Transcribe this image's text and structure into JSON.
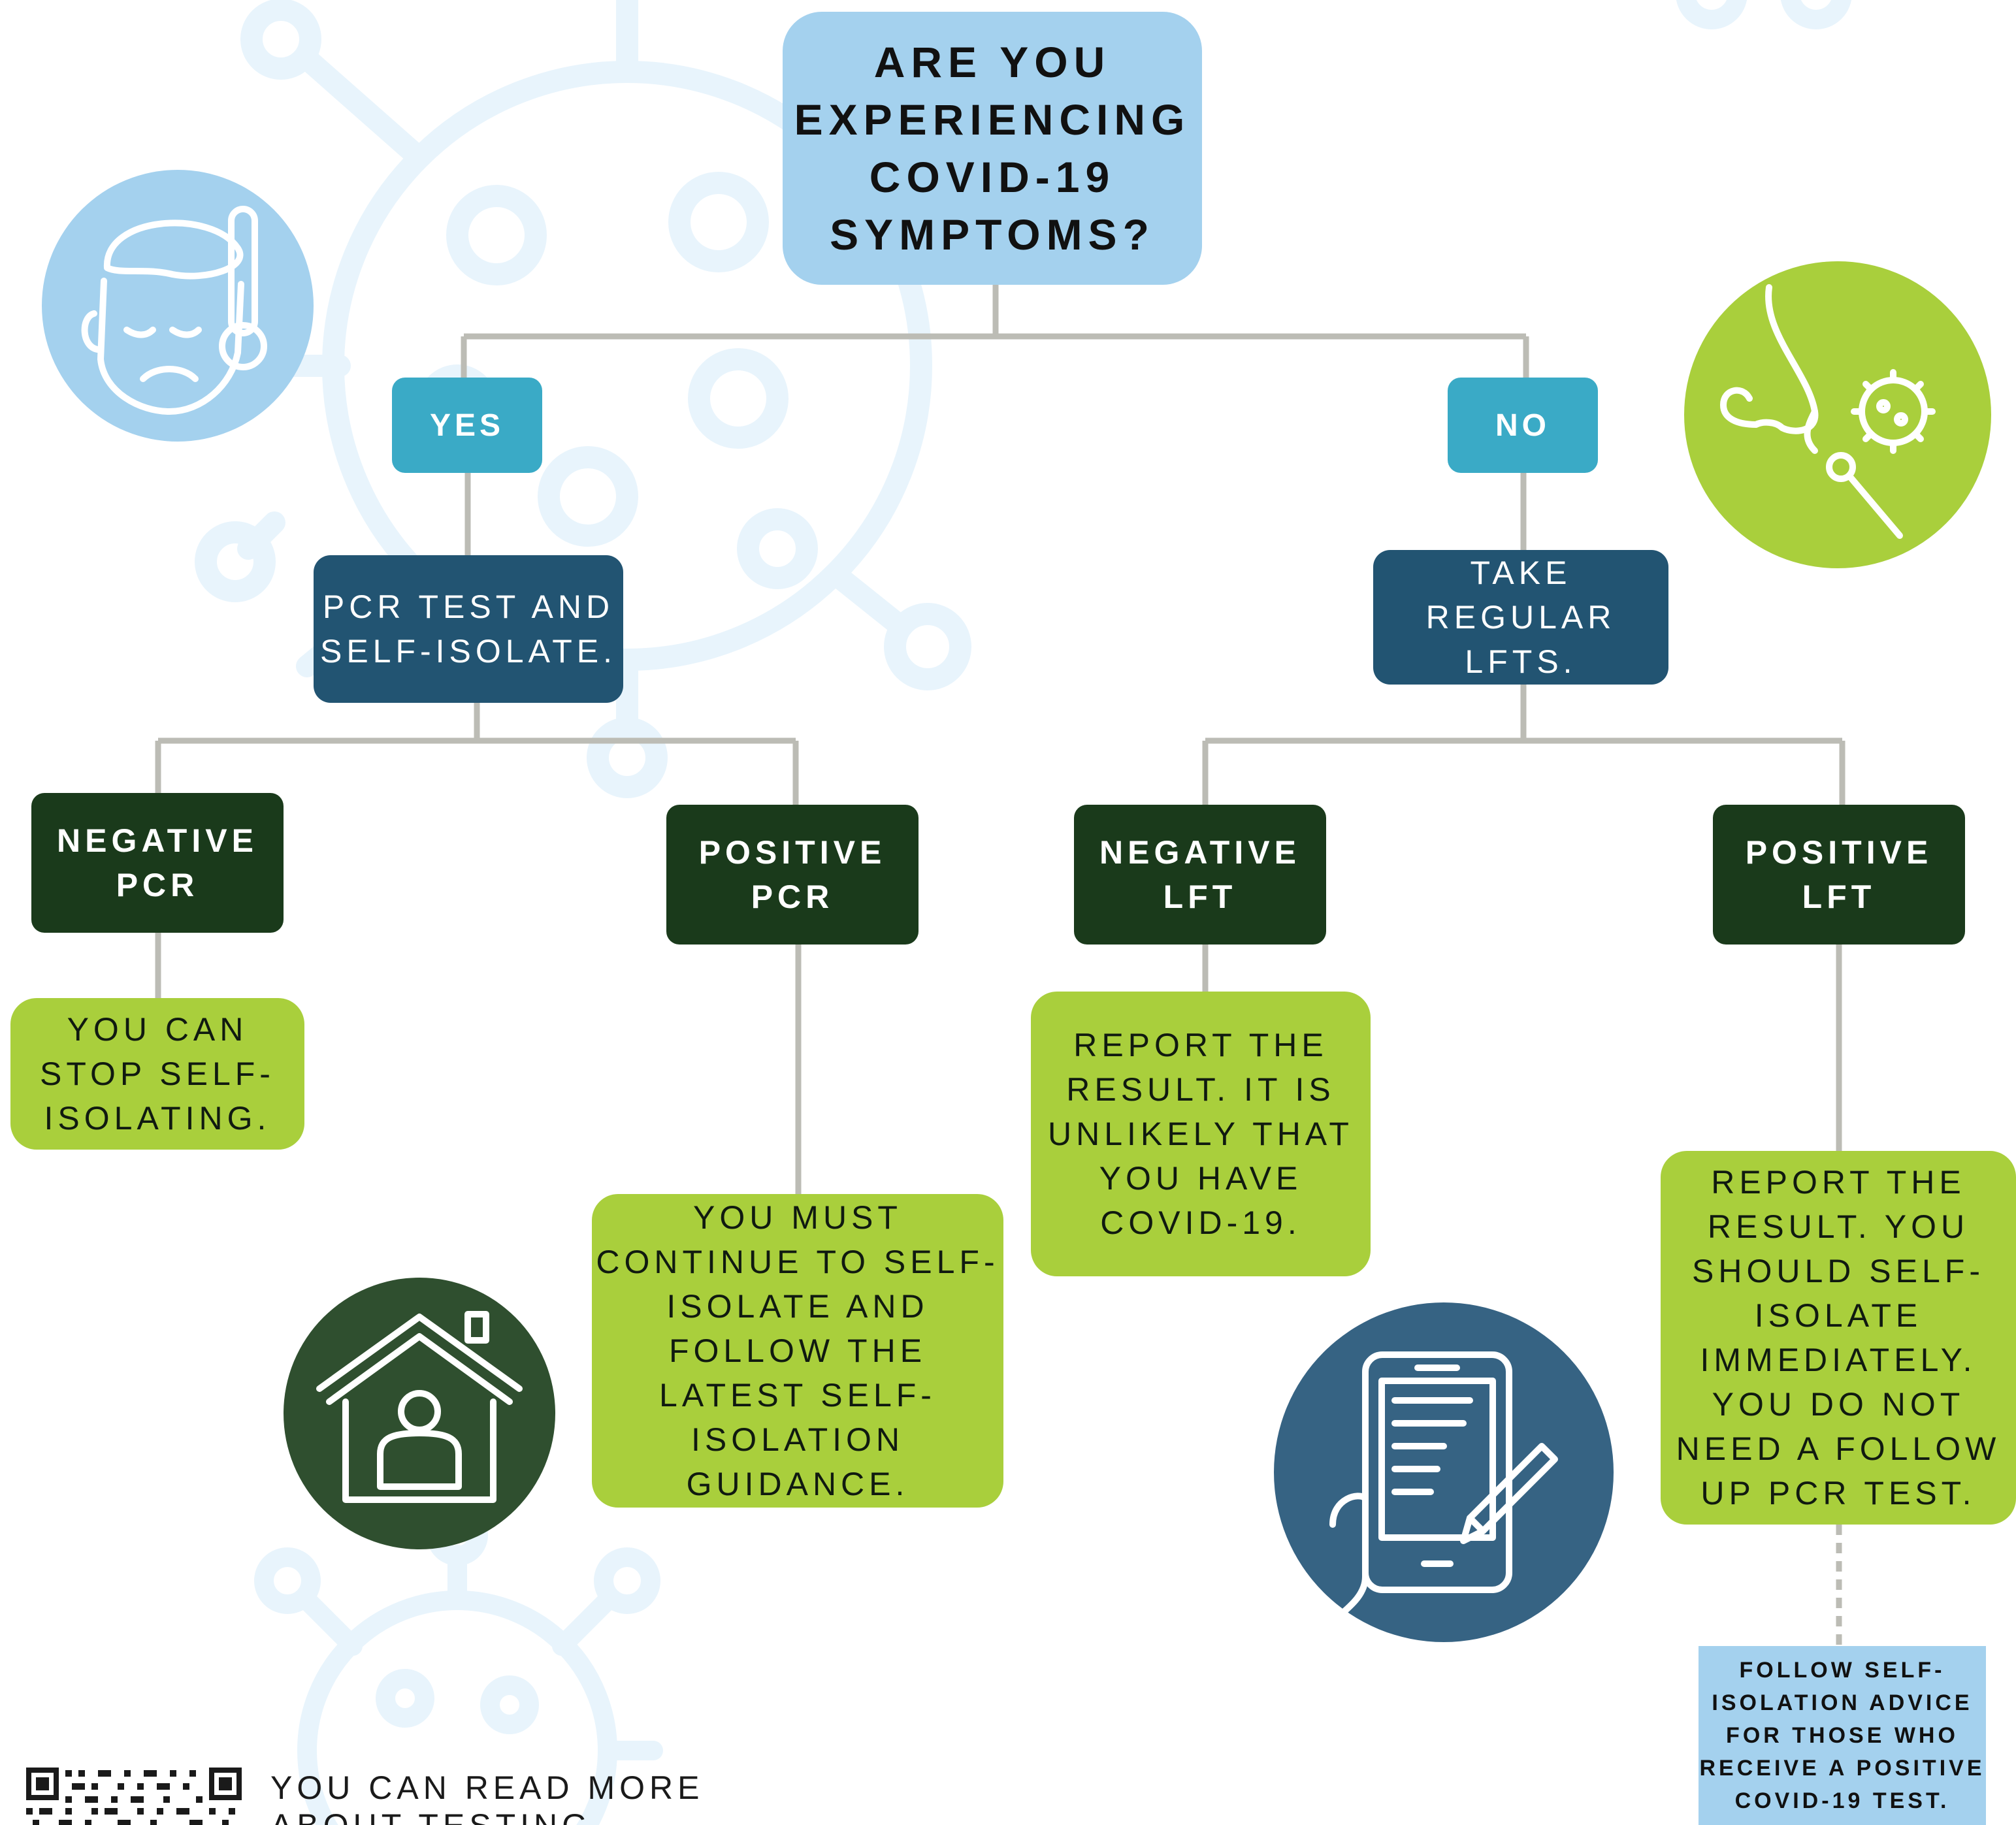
{
  "flowchart": {
    "question": "ARE YOU\nEXPERIENCING\nCOVID-19\nSYMPTOMS?",
    "yes": "YES",
    "no": "NO",
    "yes_action": "PCR TEST AND\nSELF-ISOLATE.",
    "no_action": "TAKE REGULAR\nLFTS.",
    "negative_pcr": "NEGATIVE\nPCR",
    "positive_pcr": "POSITIVE\nPCR",
    "negative_lft": "NEGATIVE\nLFT",
    "positive_lft": "POSITIVE\nLFT",
    "negative_pcr_advice": "YOU CAN\nSTOP SELF-\nISOLATING.",
    "positive_pcr_advice": "YOU MUST\nCONTINUE TO SELF-\nISOLATE AND\nFOLLOW THE\nLATEST SELF-\nISOLATION\nGUIDANCE.",
    "negative_lft_advice": "REPORT THE\nRESULT. IT IS\nUNLIKELY THAT\nYOU HAVE\nCOVID-19.",
    "positive_lft_advice": "REPORT THE\nRESULT. YOU\nSHOULD SELF-\nISOLATE\nIMMEDIATELY.\nYOU DO NOT\nNEED A FOLLOW\nUP PCR TEST.",
    "follow_note": "FOLLOW SELF-\nISOLATION ADVICE\nFOR THOSE WHO\nRECEIVE A POSITIVE\nCOVID-19 TEST."
  },
  "footer": {
    "text": "YOU CAN READ MORE\nABOUT TESTING"
  },
  "icons": {
    "sick": "sick-person-thermometer-icon",
    "nose": "nose-swab-virus-icon",
    "home": "house-person-icon",
    "report": "tablet-report-pen-icon",
    "qr": "qr-code-icon",
    "background": "virus-icon"
  },
  "colors": {
    "question": "#a4d1ee",
    "answer": "#3aaac6",
    "action": "#225472",
    "result": "#1a3a1b",
    "advice": "#a9cf3c",
    "connector": "#bcbcb5",
    "virus_bg": "#e8f4fc"
  }
}
